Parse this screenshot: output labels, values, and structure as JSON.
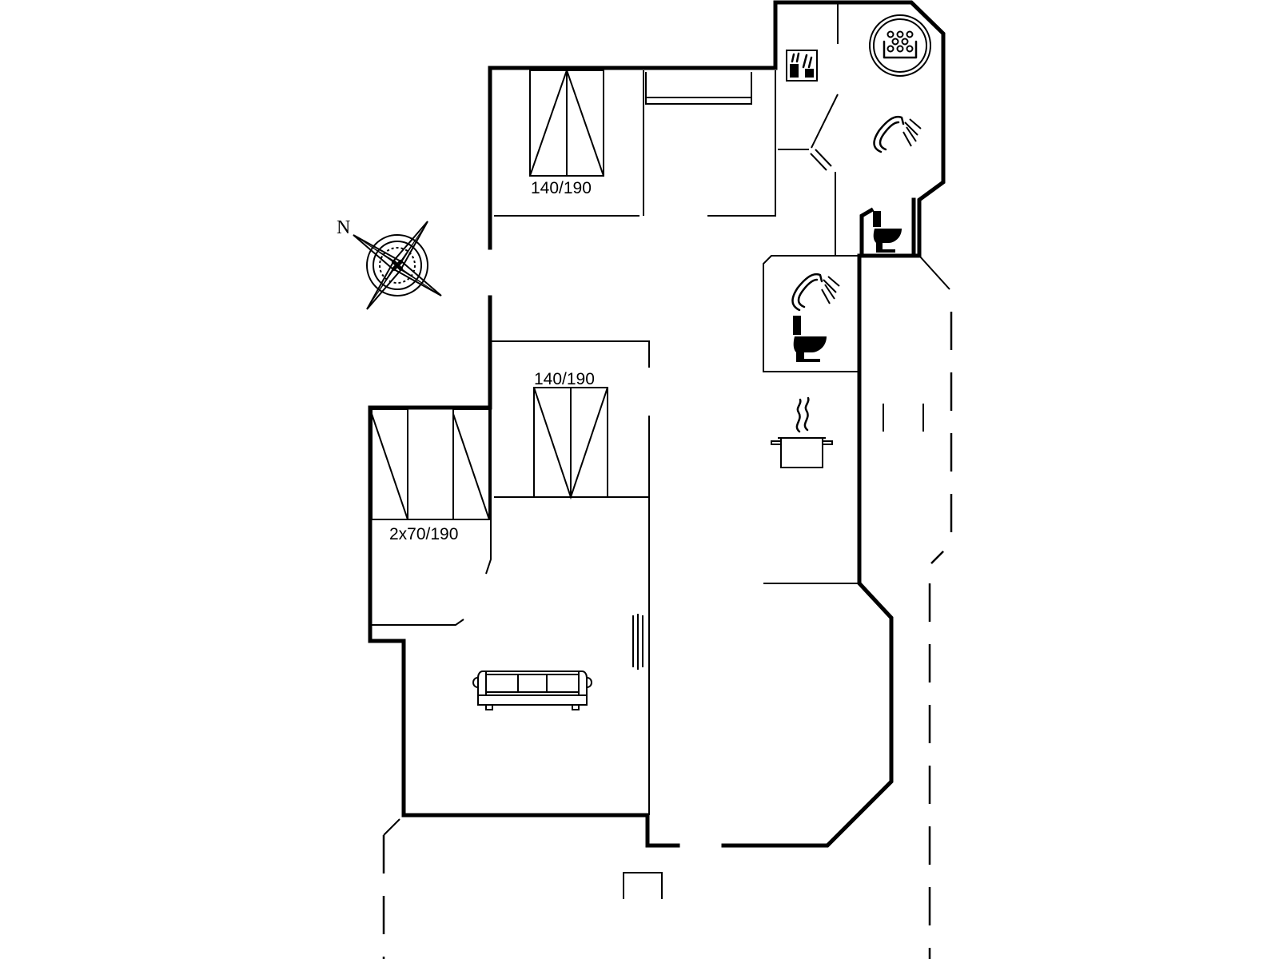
{
  "compass": {
    "north_label": "N"
  },
  "beds": {
    "bedroom_1": "140/190",
    "bedroom_2": "140/190",
    "bedroom_3": "2x70/190"
  },
  "icons": {
    "compass": "compass-rose-icon",
    "whirlpool": "whirlpool-bath-icon",
    "washing": "washing-machine-icon",
    "shower": "shower-icon",
    "toilet": "toilet-icon",
    "kitchen": "cooking-pot-icon",
    "sofa": "sofa-icon"
  }
}
